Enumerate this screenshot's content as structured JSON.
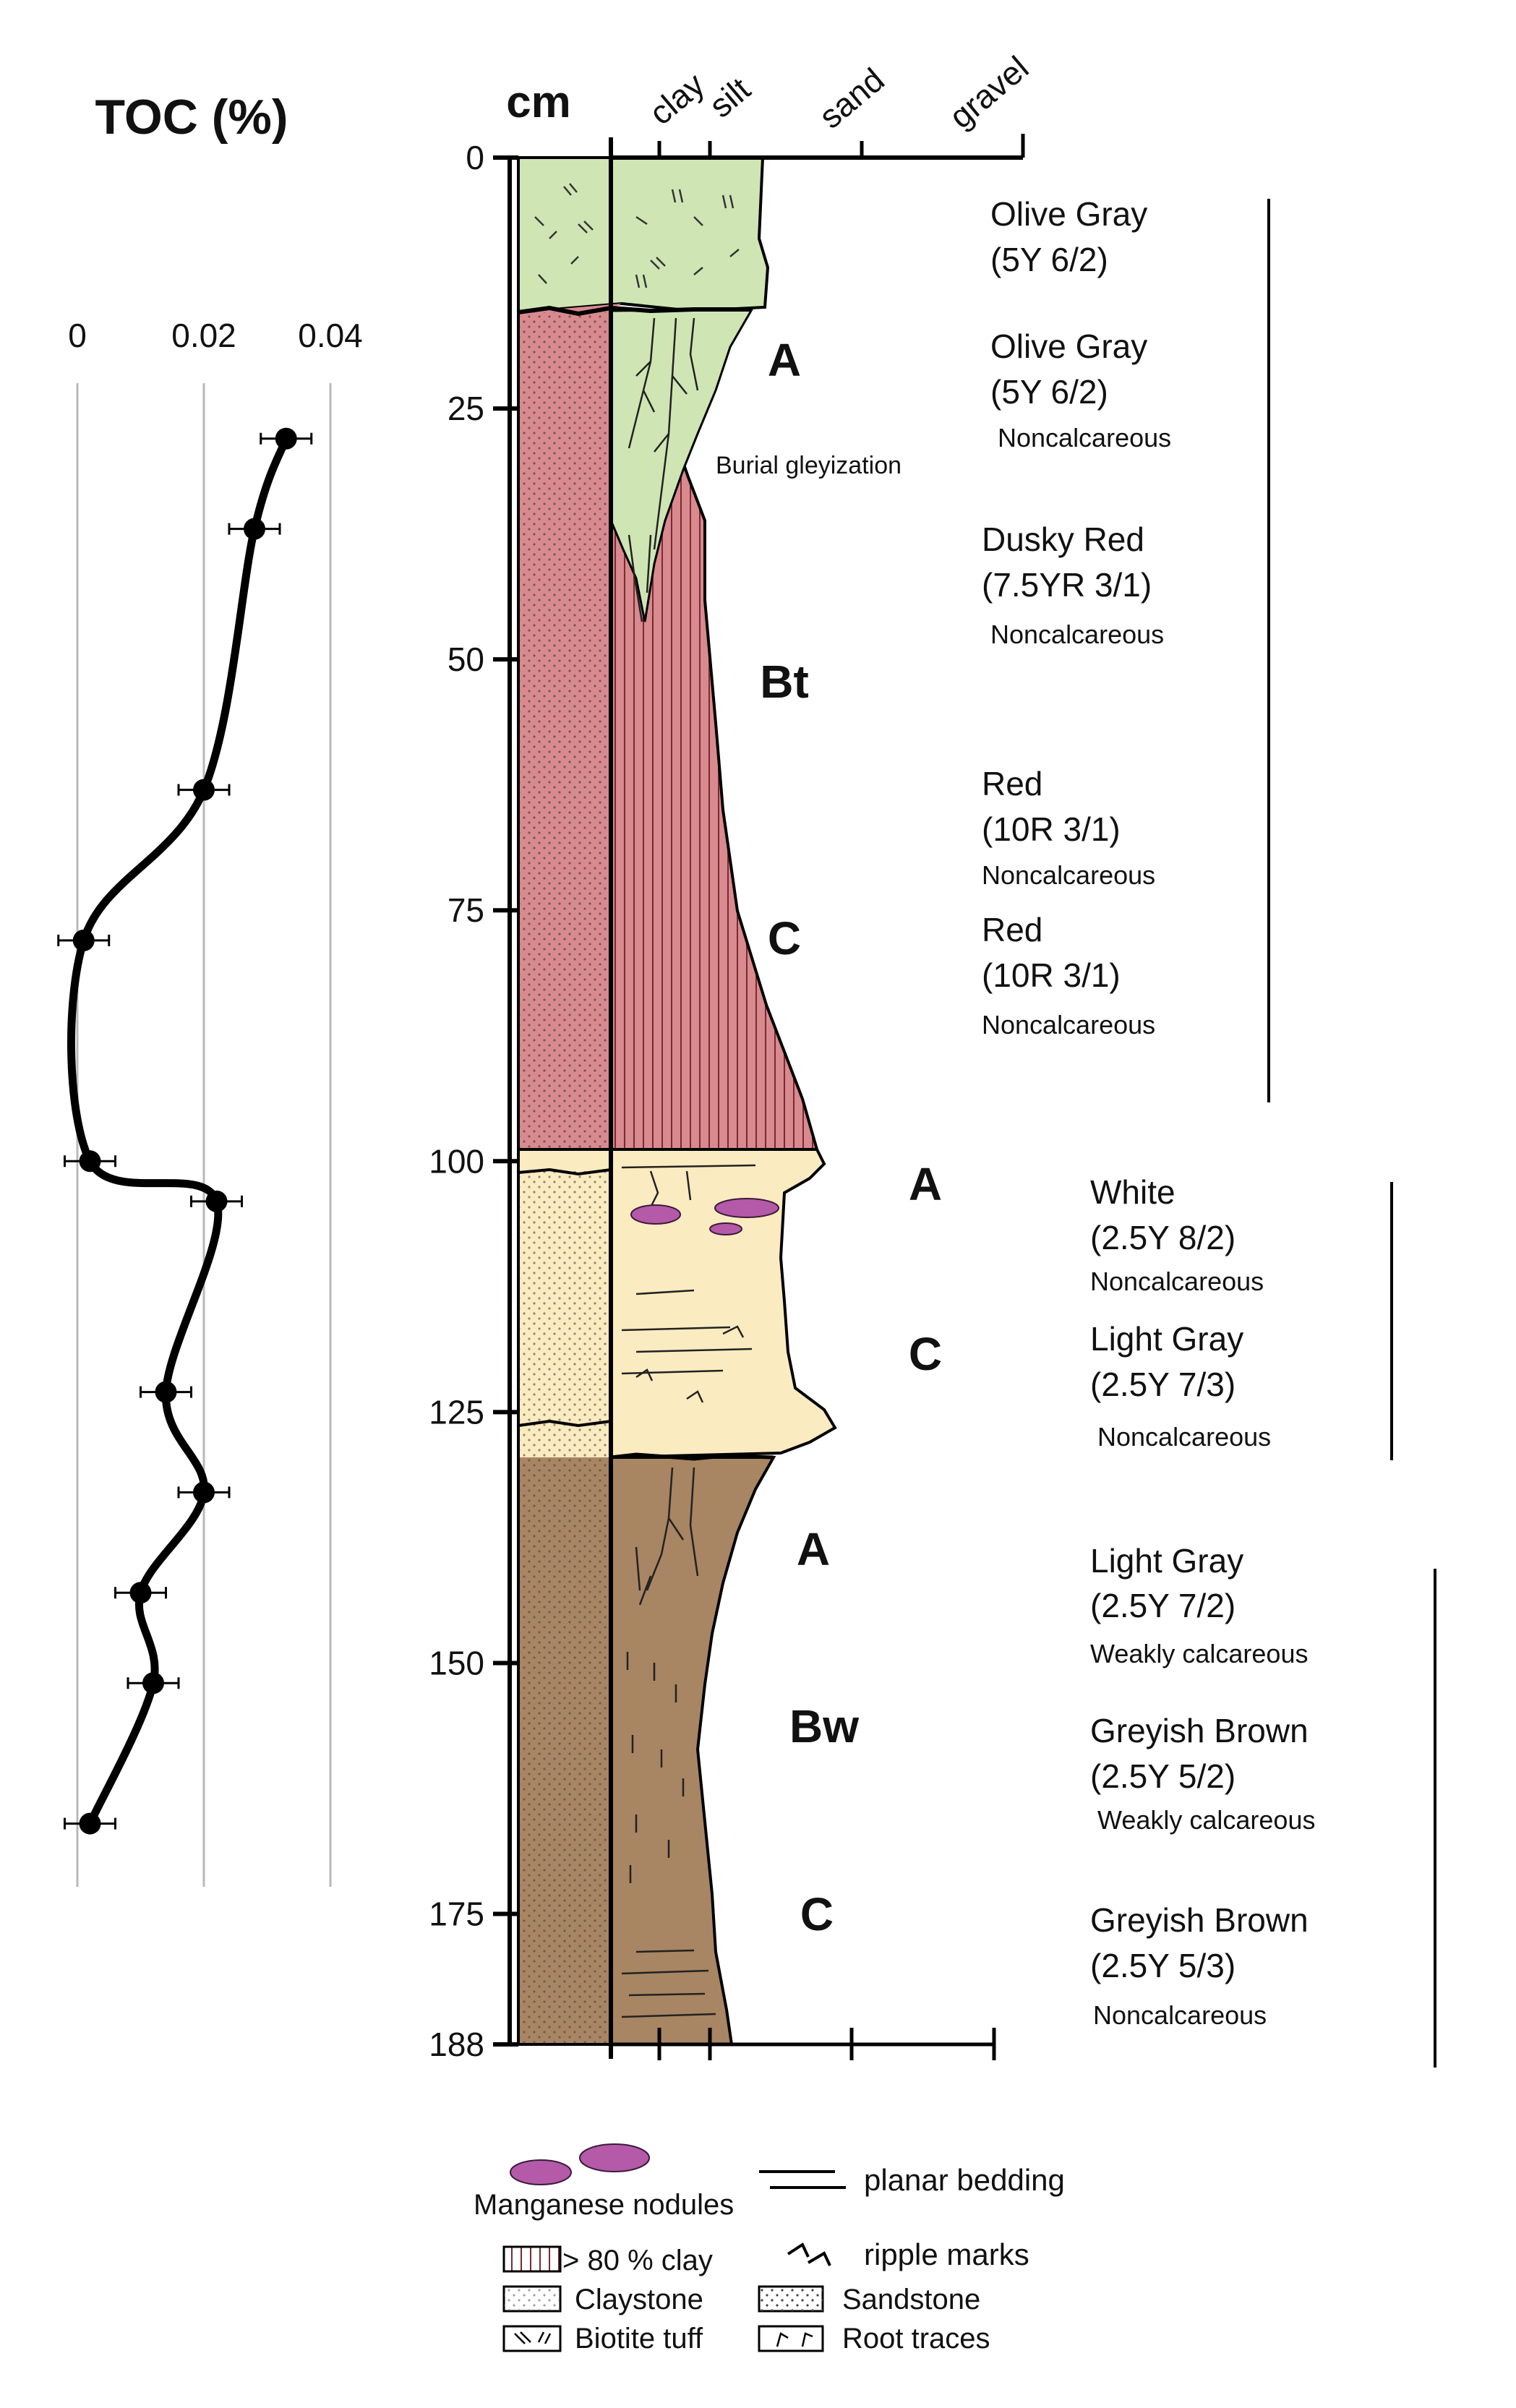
{
  "toc": {
    "title": "TOC (%)",
    "ticks": [
      "0",
      "0.02",
      "0.04"
    ]
  },
  "column": {
    "depth_unit": "cm",
    "depth_ticks": [
      "0",
      "25",
      "50",
      "75",
      "100",
      "125",
      "150",
      "175",
      "188"
    ],
    "grain_sizes": [
      "clay",
      "silt",
      "sand",
      "gravel"
    ]
  },
  "horizons": [
    {
      "name": "A",
      "color_name": "Olive Gray",
      "code": "(5Y 6/2)",
      "note": "Noncalcareous"
    },
    {
      "name": "Bt",
      "color_name": "Dusky Red",
      "code": "(7.5YR 3/1)",
      "note": "Noncalcareous"
    },
    {
      "name": "C",
      "color_name": "Red",
      "code": "(10R 3/1)",
      "note": "Noncalcareous"
    },
    {
      "name": "A",
      "color_name": "White",
      "code": "(2.5Y 8/2)",
      "note": "Noncalcareous"
    },
    {
      "name": "C",
      "color_name": "Light Gray",
      "code": "(2.5Y 7/3)",
      "note": "Noncalcareous"
    },
    {
      "name": "A",
      "color_name": "Light Gray",
      "code": "(2.5Y 7/2)",
      "note": "Weakly calcareous"
    },
    {
      "name": "Bw",
      "color_name": "Greyish Brown",
      "code": "(2.5Y 5/2)",
      "note": "Weakly calcareous"
    },
    {
      "name": "C",
      "color_name": "Greyish Brown",
      "code": "(2.5Y 5/3)",
      "note": "Noncalcareous"
    }
  ],
  "top_unit": {
    "color_name": "Olive Gray",
    "code": "(5Y 6/2)"
  },
  "extra_red": {
    "color_name": "Red",
    "code": "(10R 3/1)",
    "note": "Noncalcareous"
  },
  "annotation": "Burial gleyization",
  "legend": {
    "manganese": "Manganese nodules",
    "planar": "planar bedding",
    "ripple": "ripple marks",
    "clay80": "> 80 % clay",
    "claystone": "Claystone",
    "biotite": "Biotite tuff",
    "sandstone": "Sandstone",
    "roots": "Root traces"
  },
  "colors": {
    "olive": "#cfe6b4",
    "red": "#d98a8e",
    "cream": "#fbebc0",
    "brown": "#a88563",
    "nodule": "#b45aa8"
  },
  "chart_data": {
    "type": "line",
    "title": "TOC (%)",
    "xlabel": "TOC (%)",
    "ylabel": "cm",
    "xlim": [
      0,
      0.04
    ],
    "ylim": [
      188,
      0
    ],
    "series": [
      {
        "points": [
          {
            "depth": 28,
            "toc": 0.033
          },
          {
            "depth": 37,
            "toc": 0.028
          },
          {
            "depth": 63,
            "toc": 0.02
          },
          {
            "depth": 78,
            "toc": 0.001
          },
          {
            "depth": 100,
            "toc": 0.002
          },
          {
            "depth": 104,
            "toc": 0.022
          },
          {
            "depth": 123,
            "toc": 0.014
          },
          {
            "depth": 133,
            "toc": 0.02
          },
          {
            "depth": 143,
            "toc": 0.01
          },
          {
            "depth": 152,
            "toc": 0.012
          },
          {
            "depth": 166,
            "toc": 0.002
          }
        ],
        "error": 0.004
      }
    ]
  }
}
